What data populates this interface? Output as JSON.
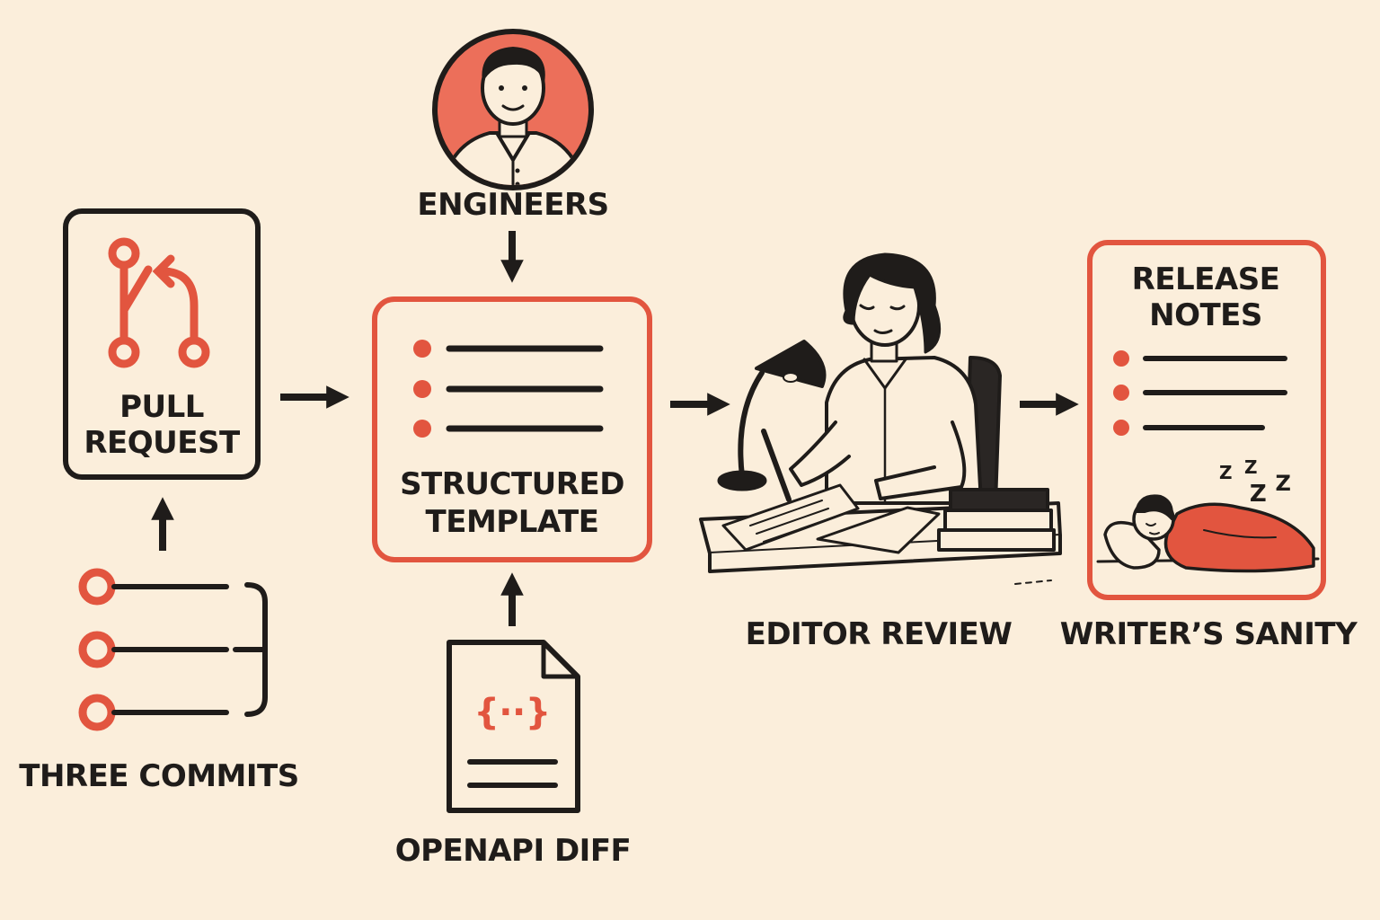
{
  "nodes": {
    "engineers": "ENGINEERS",
    "pull_request": [
      "PULL",
      "REQUEST"
    ],
    "three_commits": "THREE COMMITS",
    "structured_template": [
      "STRUCTURED",
      "TEMPLATE"
    ],
    "openapi_diff": "OPENAPI DIFF",
    "editor_review": "EDITOR REVIEW",
    "release_notes": [
      "RELEASE",
      "NOTES"
    ],
    "writers_sanity": "WRITER’S SANITY"
  },
  "sleep_text": [
    "Z",
    "Z",
    "Z",
    "Z"
  ],
  "json_icon_text": "{··}",
  "colors": {
    "background": "#fbeedb",
    "ink": "#1f1c1a",
    "accent": "#e2553f",
    "accent_soft": "#ef7b64"
  }
}
